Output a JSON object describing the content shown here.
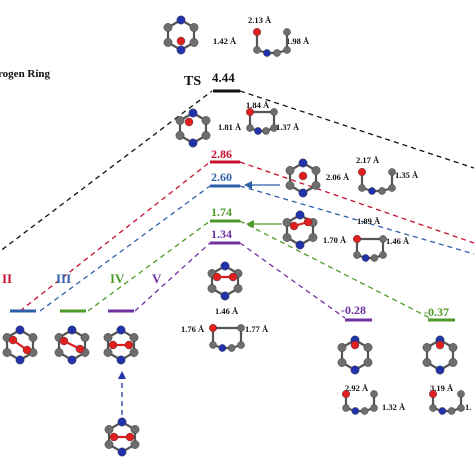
{
  "header": {
    "title_fragment": "rogen Ring"
  },
  "ts": {
    "label": "TS",
    "energy": "4.44"
  },
  "levels": [
    {
      "energy": "2.86",
      "color": "#c8102e"
    },
    {
      "energy": "2.60",
      "color": "#2f5fa8"
    },
    {
      "energy": "1.74",
      "color": "#4e9a27"
    },
    {
      "energy": "1.34",
      "color": "#7030a0"
    },
    {
      "energy": "-0.28",
      "color": "#7030a0"
    },
    {
      "energy": "-0.37",
      "color": "#4e9a27"
    }
  ],
  "roman_labels": [
    {
      "text": "II",
      "color": "#c8102e"
    },
    {
      "text": "III",
      "color": "#2f5fa8"
    },
    {
      "text": "IV",
      "color": "#4e9a27"
    },
    {
      "text": "V",
      "color": "#7030a0"
    }
  ],
  "distances": {
    "top_a": "2.13 Å",
    "top_b": "1.42 Å",
    "top_c": "1.98 Å",
    "ts_a": "1.84 Å",
    "ts_b": "1.81 Å",
    "ts_c": "1.37 Å",
    "r_a": "2.17 Å",
    "r_b": "2.06 Å",
    "r_c": "1.35 Å",
    "g_a": "1.89 Å",
    "g_b": "1.70 Å",
    "g_c": "1.46 Å",
    "p_a": "1.46 Å",
    "p_b": "1.76 Å",
    "p_c": "1.77 Å",
    "m_a": "2.92 Å",
    "m_b": "1.32 Å",
    "n_a": "3.19 Å",
    "n_b": "1."
  },
  "colors": {
    "carbon": "#6e6e6e",
    "nitrogen": "#2233aa",
    "oxygen": "#e02020",
    "black": "#111111"
  }
}
